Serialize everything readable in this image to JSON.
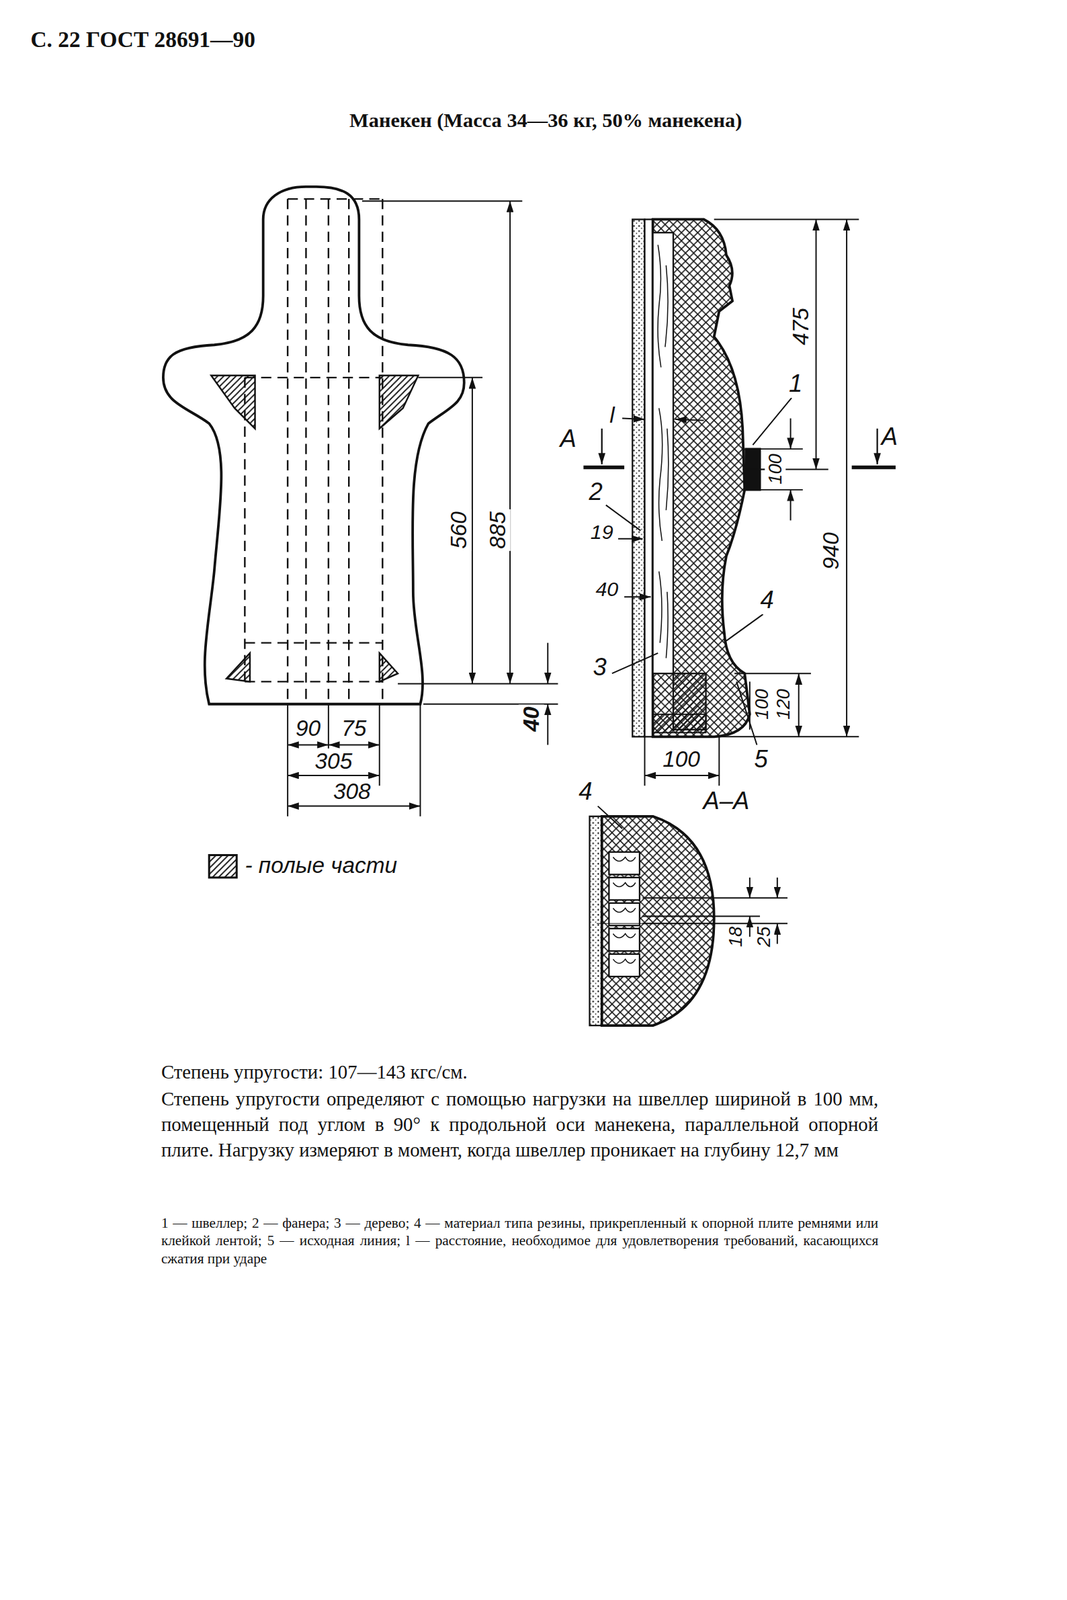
{
  "diagram": {
    "title": "Манекен (Масса 34—36 кг, 50% манекена)",
    "labels": [
      "С. 22 ГОСТ 28691—90",
      "560",
      "885",
      "40",
      "90",
      "75",
      "305",
      "308",
      "А",
      "l",
      "1",
      "475",
      "100",
      "940",
      "2",
      "19",
      "40",
      "3",
      "4",
      "100",
      "120",
      "5",
      "А",
      "100",
      "А–А",
      "4",
      "18",
      "25",
      "Степень упругости: 107—143 кгс/см.",
      "Степень упругости определяют с помощью нагрузки на швеллер шириной в 100 мм, помещенный под углом в 90° к продольной оси манекена, параллельной опорной плите. Нагрузку измеряют в момент, когда швеллер проникает на глубину 12,7 мм",
      "1 — швеллер; 2 — фанера; 3 — дерево; 4 — материал типа резины, прикрепленный к опорной плите ремнями или клейкой лентой; 5 — исходная линия; l — расстояние, необходимое для удовлетворения требований, касающихся сжатия при ударе"
    ],
    "legend": [
      {
        "text": "- полые части"
      }
    ]
  }
}
